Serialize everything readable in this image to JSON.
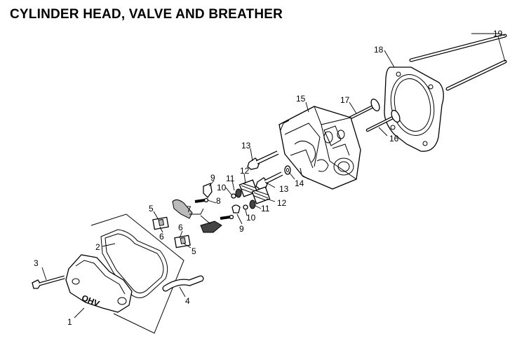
{
  "title": "CYLINDER HEAD, VALVE AND BREATHER",
  "callouts": [
    {
      "id": "c19",
      "label": "19"
    },
    {
      "id": "c18",
      "label": "18"
    },
    {
      "id": "c17",
      "label": "17"
    },
    {
      "id": "c15",
      "label": "15"
    },
    {
      "id": "c16",
      "label": "16"
    },
    {
      "id": "c13a",
      "label": "13"
    },
    {
      "id": "c12a",
      "label": "12"
    },
    {
      "id": "c11a",
      "label": "11"
    },
    {
      "id": "c14",
      "label": "14"
    },
    {
      "id": "c9a",
      "label": "9"
    },
    {
      "id": "c10a",
      "label": "10"
    },
    {
      "id": "c13b",
      "label": "13"
    },
    {
      "id": "c12b",
      "label": "12"
    },
    {
      "id": "c8",
      "label": "8"
    },
    {
      "id": "c11b",
      "label": "11"
    },
    {
      "id": "c5a",
      "label": "5"
    },
    {
      "id": "c7",
      "label": "7"
    },
    {
      "id": "c10b",
      "label": "10"
    },
    {
      "id": "c9b",
      "label": "9"
    },
    {
      "id": "c6a",
      "label": "6"
    },
    {
      "id": "c6b",
      "label": "6"
    },
    {
      "id": "c5b",
      "label": "5"
    },
    {
      "id": "c2",
      "label": "2"
    },
    {
      "id": "c3",
      "label": "3"
    },
    {
      "id": "c4",
      "label": "4"
    },
    {
      "id": "c1",
      "label": "1"
    }
  ],
  "parts": {
    "cover_embossed_text": "OHV"
  }
}
